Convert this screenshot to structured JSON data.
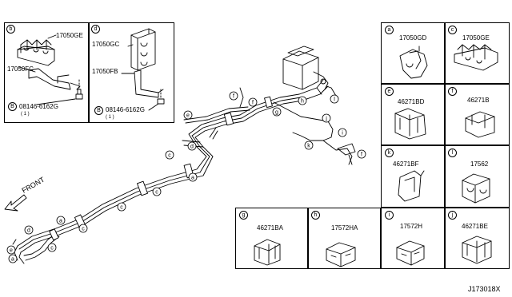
{
  "detail_b": {
    "ref": "b",
    "parts": [
      "17050GE",
      "17050FC"
    ],
    "bolt_no": "08146-6162G",
    "bolt_qty": "( 1 )",
    "bolt_ref": "B"
  },
  "detail_d": {
    "ref": "d",
    "parts": [
      "17050GC",
      "17050FB"
    ],
    "bolt_no": "08146-6162G",
    "bolt_qty": "( 1 )",
    "bolt_ref": "B"
  },
  "grid": [
    {
      "ref": "a",
      "part": "17050GD"
    },
    {
      "ref": "c",
      "part": "17050GE"
    },
    {
      "ref": "e",
      "part": "46271BD"
    },
    {
      "ref": "f",
      "part": "46271B"
    },
    {
      "ref": "k",
      "part": "46271BF"
    },
    {
      "ref": "l",
      "part": "17562"
    },
    {
      "ref": "g",
      "part": "46271BA"
    },
    {
      "ref": "h",
      "part": "17572HA"
    },
    {
      "ref": "i",
      "part": "17572H"
    },
    {
      "ref": "j",
      "part": "46271BE"
    }
  ],
  "diagram": {
    "front_label": "FRONT",
    "callouts": [
      "e",
      "f",
      "f",
      "g",
      "h",
      "l",
      "i",
      "j",
      "k",
      "f",
      "c",
      "a",
      "c",
      "c",
      "c",
      "c",
      "a",
      "d",
      "e",
      "a"
    ]
  },
  "diagram_code": "J173018X"
}
